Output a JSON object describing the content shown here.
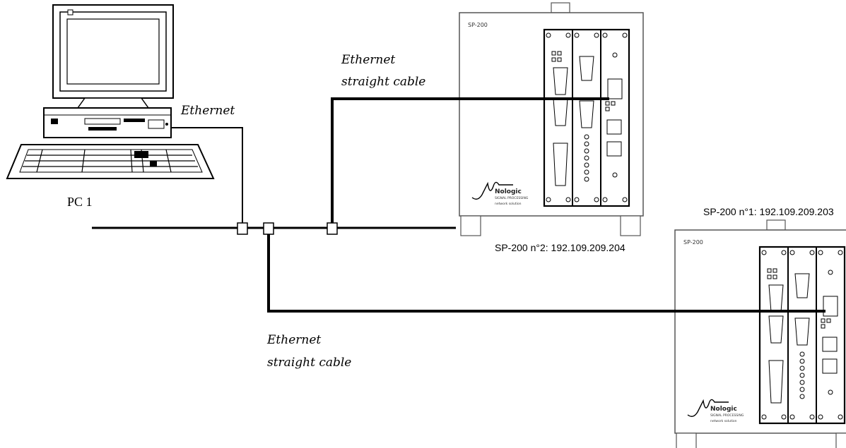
{
  "labels": {
    "pc_name": "PC 1",
    "pc_link": "Ethernet",
    "cable_top_line1": "Ethernet",
    "cable_top_line2": "straight cable",
    "cable_bottom_line1": "Ethernet",
    "cable_bottom_line2": "straight cable",
    "device2_caption": "SP-200 n°2:  192.109.209.204",
    "device1_caption": "SP-200 n°1: 192.109.209.203"
  },
  "device": {
    "model_mark": "SP-200",
    "logo_name": "Nologic",
    "logo_sub": "SIGNAL PROCESSING",
    "logo_tag": "network solution"
  },
  "colors": {
    "line": "#000000",
    "outline": "#555555",
    "background": "#ffffff"
  }
}
